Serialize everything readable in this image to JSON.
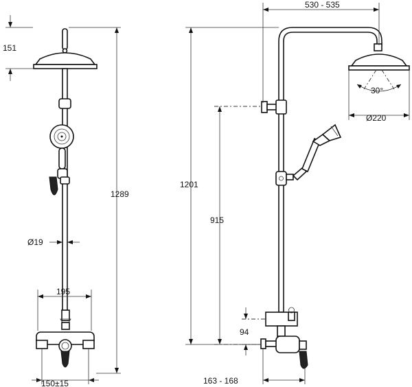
{
  "dimensions": {
    "head_height": "151",
    "total_height": "1289",
    "pipe_diameter": "Ø19",
    "mixer_width": "195",
    "inlet_spacing": "150±15",
    "arm_reach": "530 - 535",
    "rail_height": "1201",
    "head_diameter": "Ø220",
    "spray_angle": "30°",
    "handset_height": "915",
    "outlet_offset": "94",
    "wall_projection": "163 - 168"
  }
}
